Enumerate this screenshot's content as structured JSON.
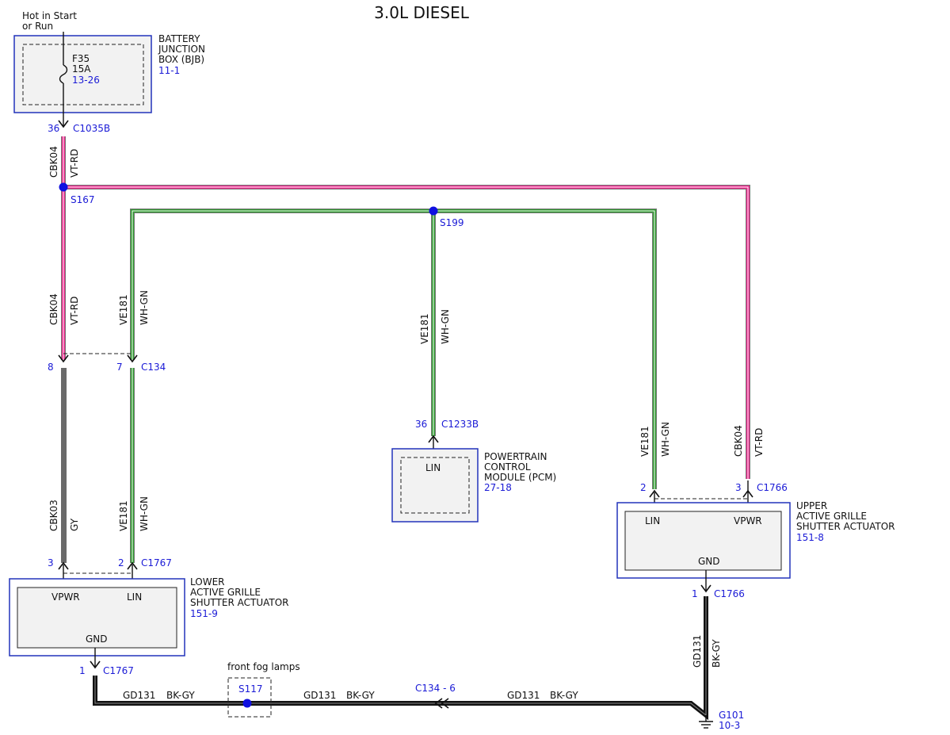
{
  "title": "3.0L DIESEL",
  "colors": {
    "vt_rd": "#e8268a",
    "wh_gn": "#2e9a2e",
    "gy": "#6a6a6a",
    "bk_gy": "#111111",
    "ref_blue": "#1a1ad6",
    "splice": "#1010e0",
    "box_border": "#2233bb",
    "box_fill": "#f2f2f2"
  },
  "power_source": {
    "line1": "Hot in Start",
    "line2": "or Run"
  },
  "bjb": {
    "name1": "BATTERY",
    "name2": "JUNCTION",
    "name3": "BOX (BJB)",
    "ref": "11-1",
    "fuse_id": "F35",
    "fuse_rating": "15A",
    "fuse_ref": "13-26"
  },
  "c1035b": {
    "pin": "36",
    "name": "C1035B"
  },
  "wires": {
    "cbk04": {
      "circuit": "CBK04",
      "color": "VT-RD"
    },
    "ve181": {
      "circuit": "VE181",
      "color": "WH-GN"
    },
    "cbk03": {
      "circuit": "CBK03",
      "color": "GY"
    },
    "gd131": {
      "circuit": "GD131",
      "color": "BK-GY"
    }
  },
  "splices": {
    "s167": "S167",
    "s199": "S199",
    "s117": "S117"
  },
  "c134": {
    "pin_vpwr": "8",
    "pin_lin": "7",
    "name": "C134",
    "inline_label": "C134 - 6"
  },
  "pcm": {
    "pin": "36",
    "connector": "C1233B",
    "pin_label": "LIN",
    "name1": "POWERTRAIN",
    "name2": "CONTROL",
    "name3": "MODULE (PCM)",
    "ref": "27-18"
  },
  "lower_actuator": {
    "pin_vpwr": "3",
    "pin_lin": "2",
    "connector": "C1767",
    "vpwr_label": "VPWR",
    "lin_label": "LIN",
    "gnd_label": "GND",
    "gnd_pin": "1",
    "gnd_connector": "C1767",
    "name1": "LOWER",
    "name2": "ACTIVE GRILLE",
    "name3": "SHUTTER ACTUATOR",
    "ref": "151-9"
  },
  "upper_actuator": {
    "pin_lin": "2",
    "pin_vpwr": "3",
    "connector": "C1766",
    "lin_label": "LIN",
    "vpwr_label": "VPWR",
    "gnd_label": "GND",
    "gnd_pin": "1",
    "gnd_connector": "C1766",
    "name1": "UPPER",
    "name2": "ACTIVE GRILLE",
    "name3": "SHUTTER ACTUATOR",
    "ref": "151-8"
  },
  "fog": {
    "label": "front fog lamps"
  },
  "ground": {
    "name": "G101",
    "ref": "10-3"
  }
}
